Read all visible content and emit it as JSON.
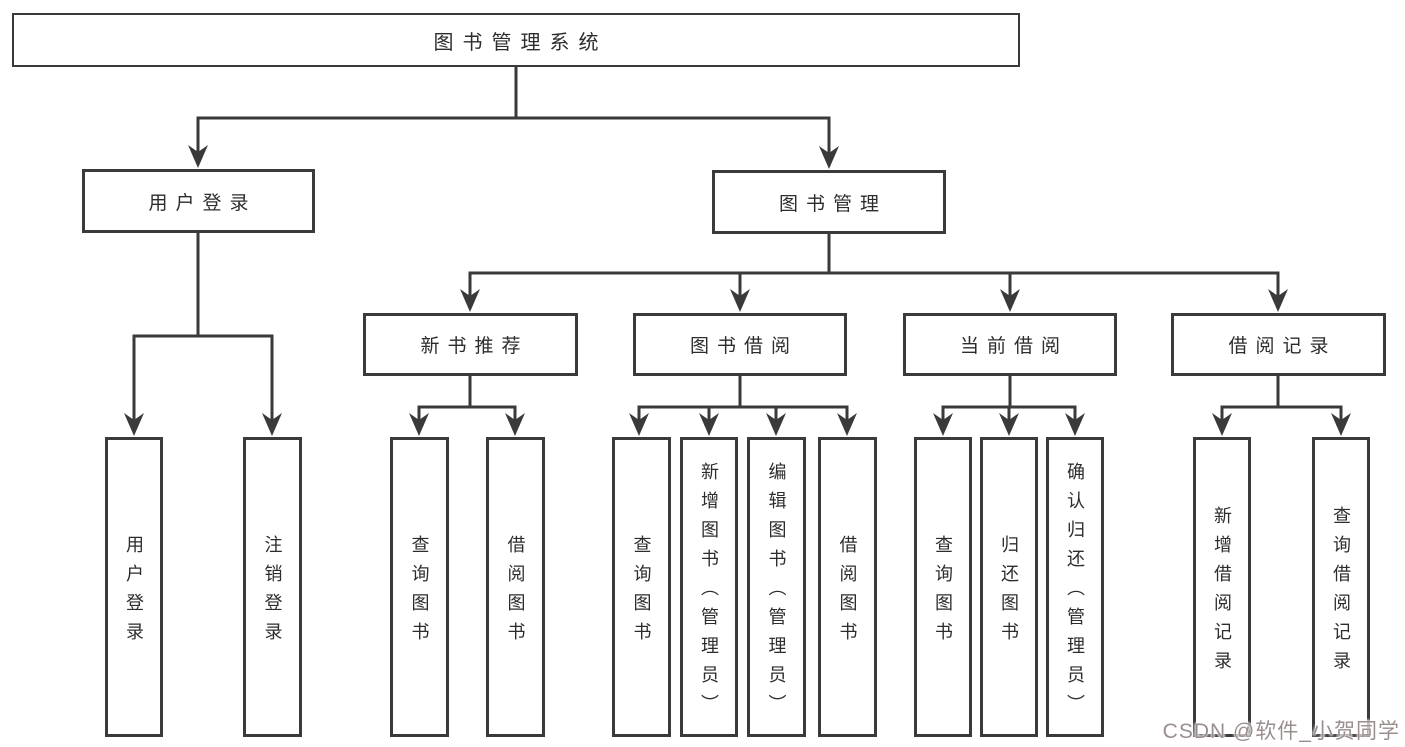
{
  "diagram": {
    "type": "hierarchy-diagram",
    "colors": {
      "background": "#ffffff",
      "line": "#3a3a3a",
      "box_border": "#3a3a3a",
      "box_fill": "#ffffff",
      "text": "#2d2d2d",
      "watermark_text_color": "#9b8e8e"
    },
    "watermark": "CSDN @软件_小贺同学",
    "nodes": {
      "root": {
        "label": "图书管理系统"
      },
      "user_login": {
        "label": "用户登录"
      },
      "book_mgmt": {
        "label": "图书管理"
      },
      "new_book_rec": {
        "label": "新书推荐"
      },
      "book_borrow": {
        "label": "图书借阅"
      },
      "current_borrow": {
        "label": "当前借阅"
      },
      "borrow_records": {
        "label": "借阅记录"
      },
      "leaf_user_login": {
        "label": "用户登录"
      },
      "leaf_logout": {
        "label": "注销登录"
      },
      "leaf_query_book_1": {
        "label": "查询图书"
      },
      "leaf_borrow_book_1": {
        "label": "借阅图书"
      },
      "leaf_query_book_2": {
        "label": "查询图书"
      },
      "leaf_add_book": {
        "label": "新增图书（管理员）"
      },
      "leaf_edit_book": {
        "label": "编辑图书（管理员）"
      },
      "leaf_borrow_book_2": {
        "label": "借阅图书"
      },
      "leaf_query_book_3": {
        "label": "查询图书"
      },
      "leaf_return_book": {
        "label": "归还图书"
      },
      "leaf_confirm_return": {
        "label": "确认归还（管理员）"
      },
      "leaf_add_record": {
        "label": "新增借阅记录"
      },
      "leaf_query_record": {
        "label": "查询借阅记录"
      }
    },
    "hierarchy": [
      {
        "parent": "图书管理系统",
        "children": [
          "用户登录",
          "图书管理"
        ]
      },
      {
        "parent": "用户登录",
        "children": [
          "用户登录",
          "注销登录"
        ]
      },
      {
        "parent": "图书管理",
        "children": [
          "新书推荐",
          "图书借阅",
          "当前借阅",
          "借阅记录"
        ]
      },
      {
        "parent": "新书推荐",
        "children": [
          "查询图书",
          "借阅图书"
        ]
      },
      {
        "parent": "图书借阅",
        "children": [
          "查询图书",
          "新增图书（管理员）",
          "编辑图书（管理员）",
          "借阅图书"
        ]
      },
      {
        "parent": "当前借阅",
        "children": [
          "查询图书",
          "归还图书",
          "确认归还（管理员）"
        ]
      },
      {
        "parent": "借阅记录",
        "children": [
          "新增借阅记录",
          "查询借阅记录"
        ]
      }
    ]
  }
}
